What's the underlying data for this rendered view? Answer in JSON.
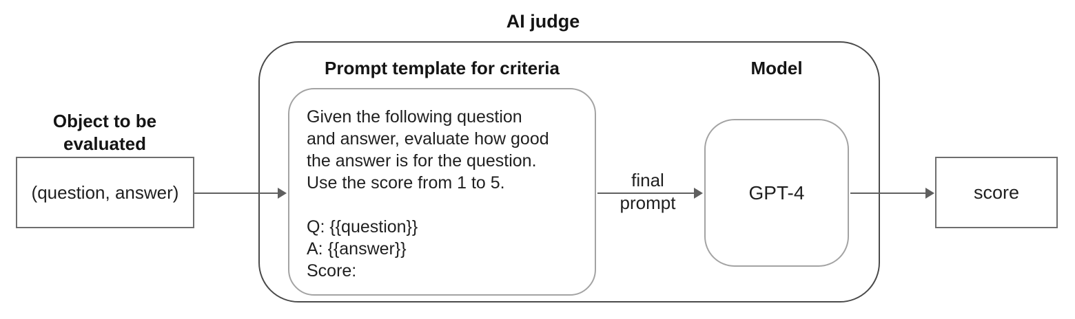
{
  "diagram": {
    "title": "AI judge",
    "object": {
      "label": "Object to be\nevaluated",
      "box_text": "(question, answer)"
    },
    "prompt_template": {
      "heading": "Prompt template for criteria",
      "text": "Given the following question\nand answer, evaluate how good\nthe answer is for the question.\nUse the score from 1 to 5.\n\nQ: {{question}}\nA: {{answer}}\nScore:"
    },
    "model": {
      "heading": "Model",
      "box_text": "GPT-4"
    },
    "arrows": {
      "final_prompt_label": "final\nprompt"
    },
    "output": {
      "box_text": "score"
    },
    "colors": {
      "background": "#ffffff",
      "text": "#1f1f1f",
      "container_border": "#4a4a4a",
      "rect_box_border": "#6e6e6e",
      "rounded_box_border": "#a3a3a3",
      "arrow": "#5f5f5f"
    }
  }
}
